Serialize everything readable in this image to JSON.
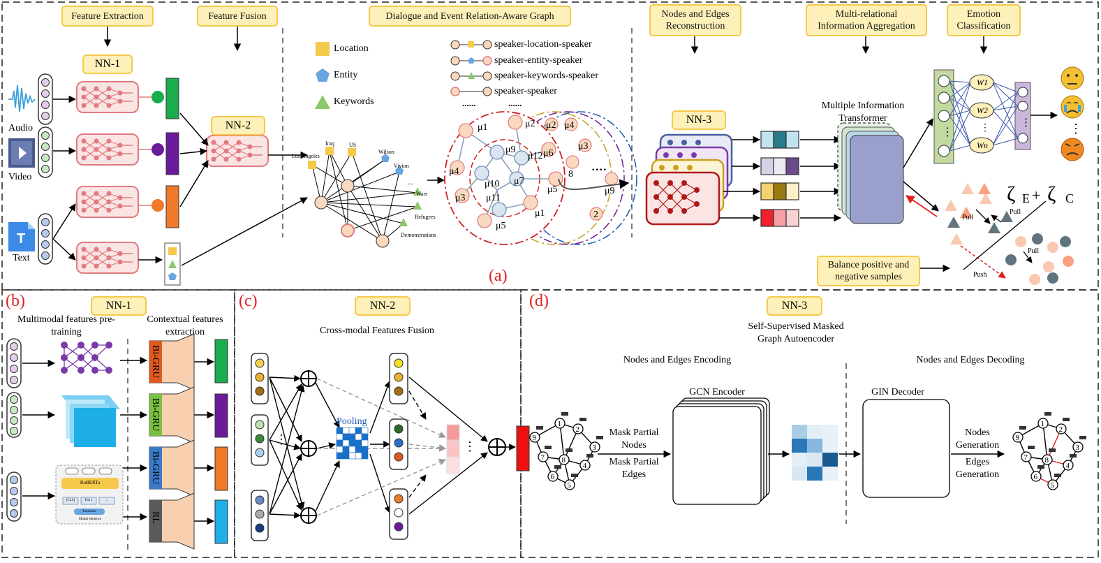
{
  "panel_a": {
    "letter": "(a)",
    "headers": {
      "feature_extraction": "Feature Extraction",
      "feature_fusion": "Feature Fusion",
      "graph": "Dialogue and Event Relation-Aware Graph",
      "reconstruction_l1": "Nodes and Edges",
      "reconstruction_l2": "Reconstruction",
      "aggregation_l1": "Multi-relational",
      "aggregation_l2": "Information Aggregation",
      "emotion_l1": "Emotion",
      "emotion_l2": "Classification",
      "balance_l1": "Balance positive and",
      "balance_l2": "negative samples"
    },
    "nn1": "NN-1",
    "nn2": "NN-2",
    "nn3": "NN-3",
    "modalities": {
      "audio": "Audio",
      "video": "Video",
      "text": "Text"
    },
    "legend": {
      "location": "Location",
      "entity": "Entity",
      "keywords": "Keywords"
    },
    "relations": [
      "speaker-location-speaker",
      "speaker-entity-speaker",
      "speaker-keywords-speaker",
      "speaker-speaker"
    ],
    "ellipsis": "......",
    "event_nodes": {
      "la": "Los Angeles",
      "iraq": "Iraq",
      "us": "US",
      "wilson": "Wilson",
      "vivion": "Vivion",
      "wars": "Wars",
      "refugees": "Refugees",
      "demonstrations": "Demonstrations",
      "dots": "..."
    },
    "mu_nodes": [
      "μ1",
      "μ2",
      "μ9",
      "μ6",
      "μ12",
      "μ4",
      "μ10",
      "μ7",
      "μ5",
      "μ3",
      "μ11",
      "μ5",
      "μ1"
    ],
    "back_nodes": [
      "μ2",
      "μ4",
      "μ3",
      "8",
      "μ9",
      "2"
    ],
    "transformer_l1": "Multiple Information",
    "transformer_l2": "Transformer",
    "weights": [
      "W1",
      "W2",
      "⋮",
      "Wn"
    ],
    "loss_zeta_e": "ζ",
    "loss_e": "E",
    "loss_plus": "+",
    "loss_zeta_c": "ζ",
    "loss_c": "C",
    "pull": "Pull",
    "push": "Push"
  },
  "panel_b": {
    "letter": "(b)",
    "nn": "NN-1",
    "pretrain_l1": "Multimodal features pre-",
    "pretrain_l2": "training",
    "context_l1": "Contextual features",
    "context_l2": "extraction",
    "blocks": [
      "Bi-GRU",
      "Bi-GRU",
      "Bi-GRU",
      "RL"
    ],
    "roberta": "RoBERTa",
    "tokenizer": "Tokenizer",
    "tokens": [
      "[CLS]",
      "Tok 1",
      "..."
    ],
    "sentence": "Modal Sentence"
  },
  "panel_c": {
    "letter": "(c)",
    "nn": "NN-2",
    "title": "Cross-modal Features Fusion",
    "pooling": "Pooling",
    "vdots": "⋮"
  },
  "panel_d": {
    "letter": "(d)",
    "nn": "NN-3",
    "title_l1": "Self-Supervised Masked",
    "title_l2": "Graph Autoencoder",
    "encoding": "Nodes and Edges Encoding",
    "decoding": "Nodes and Edges Decoding",
    "gcn": "GCN Encoder",
    "gin": "GIN Decoder",
    "mask_nodes_l1": "Mask Partial",
    "mask_nodes_l2": "Nodes",
    "mask_edges_l1": "Mask Partial",
    "mask_edges_l2": "Edges",
    "gen_nodes_l1": "Nodes",
    "gen_nodes_l2": "Generation",
    "gen_edges_l1": "Edges",
    "gen_edges_l2": "Generation",
    "graph_nodes": [
      "1",
      "2",
      "3",
      "4",
      "5",
      "6",
      "7",
      "8",
      "9"
    ]
  },
  "colors": {
    "nn_pink": "#e07b80",
    "nn_fill": "#fbe4e4",
    "header_fill": "#fdf0b8",
    "header_border": "#f5c94c",
    "accent_red": "#e02020",
    "audio": "#1aad4e",
    "video": "#6a1b9a",
    "text": "#f07a2a"
  }
}
